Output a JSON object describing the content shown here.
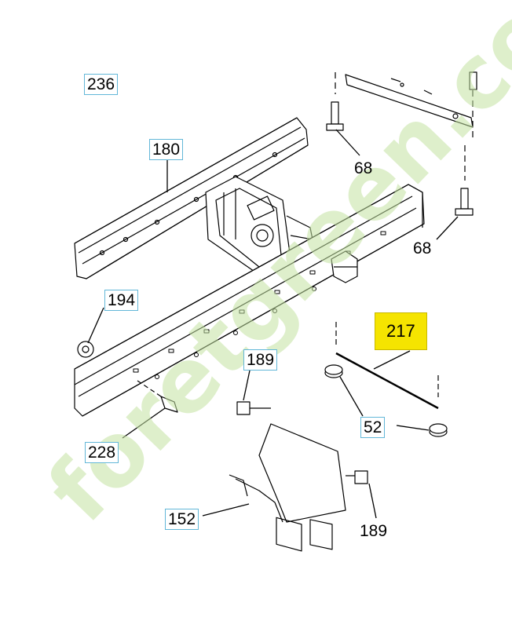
{
  "diagram": {
    "callouts": {
      "c236": "236",
      "c180": "180",
      "c68a": "68",
      "c68b": "68",
      "c194": "194",
      "c217": "217",
      "c189a": "189",
      "c52": "52",
      "c228": "228",
      "c152": "152",
      "c189b": "189"
    },
    "watermark": "foretgreen.com"
  },
  "colors": {
    "line": "#000000",
    "box_border": "#62b7d8",
    "highlight": "#f5e400",
    "watermark": "#c3e1a0"
  }
}
